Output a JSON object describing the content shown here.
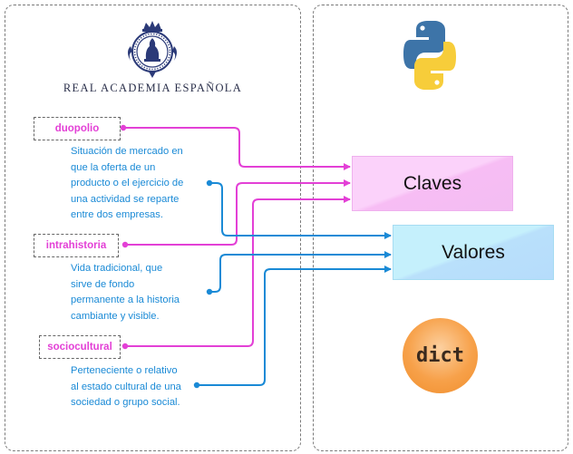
{
  "header": {
    "academy_name": "REAL ACADEMIA ESPAÑOLA"
  },
  "terms": [
    {
      "word": "duopolio",
      "definition": "Situación de mercado en\nque la oferta de un\nproducto o el ejercicio de\nuna actividad se reparte\nentre dos empresas."
    },
    {
      "word": "intrahistoria",
      "definition": "Vida tradicional, que\nsirve de fondo\npermanente a la historia\ncambiante y visible."
    },
    {
      "word": "sociocultural",
      "definition": "Perteneciente o relativo\nal estado cultural de una\nsociedad o grupo social."
    }
  ],
  "targets": {
    "keys_label": "Claves",
    "values_label": "Valores",
    "type_label": "dict"
  },
  "icons": {
    "academy_logo": "rae-crest-logo",
    "python_logo": "python-logo"
  },
  "colors": {
    "key_color": "#e340d6",
    "value_color": "#1a8ad6",
    "keys_box": "#fbd2fa",
    "values_box": "#c5f0fc",
    "dict_circle": "#f7a14a"
  }
}
